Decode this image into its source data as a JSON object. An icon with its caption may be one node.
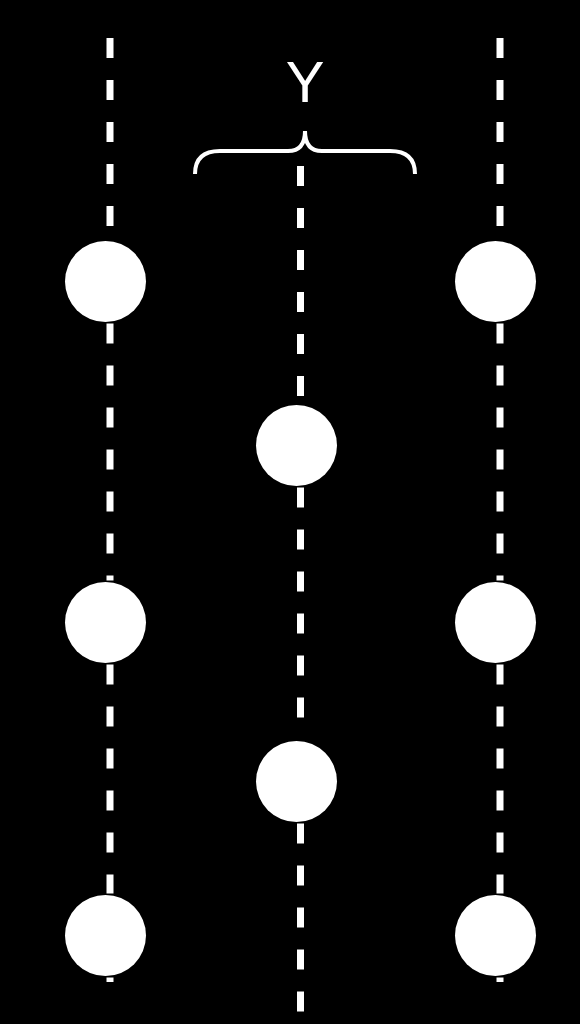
{
  "diagram": {
    "nodes": [
      {
        "text": [],
        "shape": "circle"
      },
      {
        "text": [],
        "shape": "circle"
      },
      {
        "text": [],
        "shape": "circle"
      },
      {
        "text": [],
        "shape": "circle"
      },
      {
        "text": [],
        "shape": "circle"
      },
      {
        "text": [],
        "shape": "circle"
      },
      {
        "text": [],
        "shape": "circle"
      },
      {
        "text": [],
        "shape": "circle"
      }
    ],
    "edges": [
      {
        "from": null,
        "to": 0,
        "arrow": "none",
        "style": "dashed"
      },
      {
        "from": 0,
        "to": 3,
        "arrow": "none",
        "style": "dashed"
      },
      {
        "from": 3,
        "to": 6,
        "arrow": "none",
        "style": "dashed"
      },
      {
        "from": 6,
        "to": null,
        "arrow": "none",
        "style": "dashed"
      },
      {
        "from": null,
        "to": 1,
        "arrow": "none",
        "style": "dashed"
      },
      {
        "from": 1,
        "to": 4,
        "arrow": "none",
        "style": "dashed"
      },
      {
        "from": 4,
        "to": 7,
        "arrow": "none",
        "style": "dashed"
      },
      {
        "from": 7,
        "to": null,
        "arrow": "none",
        "style": "dashed"
      },
      {
        "from": null,
        "to": 2,
        "arrow": "none",
        "style": "dashed"
      },
      {
        "from": 2,
        "to": 5,
        "arrow": "none",
        "style": "dashed"
      },
      {
        "from": 5,
        "to": null,
        "arrow": "none",
        "style": "dashed"
      }
    ],
    "labels": [
      "Y"
    ]
  }
}
